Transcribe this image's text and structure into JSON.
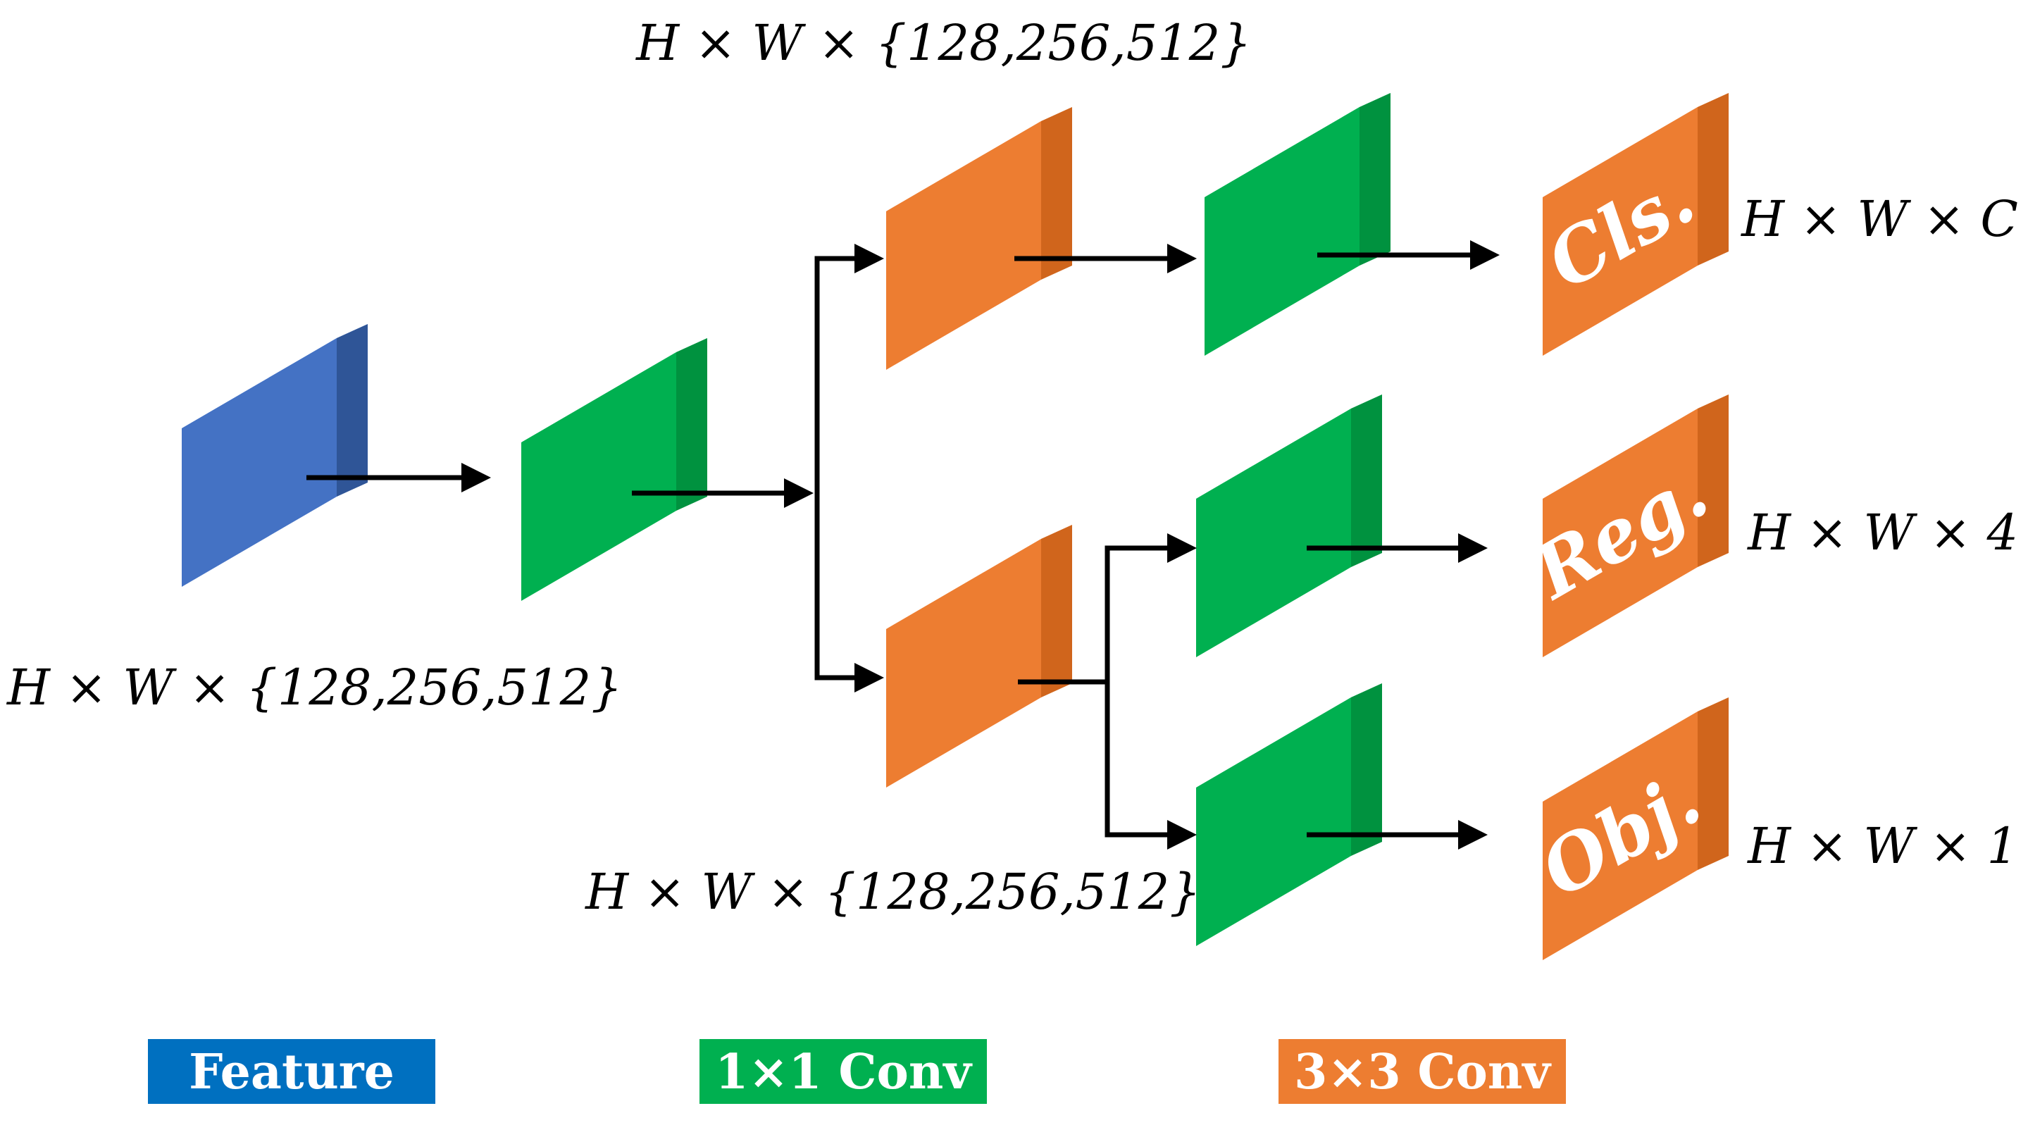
{
  "colors": {
    "feature_front": "#4472C4",
    "feature_top": "#5B8EE6",
    "feature_side": "#2F5597",
    "conv1_front": "#00B050",
    "conv1_top": "#1CCB6E",
    "conv1_side": "#00923F",
    "conv3_front": "#ED7D31",
    "conv3_top": "#F49A5A",
    "conv3_side": "#D0651C",
    "legend_feature": "#0070C0",
    "legend_conv1": "#00B050",
    "legend_conv3": "#ED7D31"
  },
  "labels": {
    "input_dims": "H × W × {128,256,512}",
    "top_branch_dims": "H × W × {128,256,512}",
    "bottom_branch_dims": "H × W × {128,256,512}",
    "cls_dims": "H × W × C",
    "reg_dims": "H × W × 4",
    "obj_dims": "H × W × 1"
  },
  "heads": {
    "cls": "Cls.",
    "reg": "Reg.",
    "obj": "Obj."
  },
  "legend": {
    "feature": "Feature",
    "conv1": "1×1 Conv",
    "conv3": "3×3 Conv"
  }
}
